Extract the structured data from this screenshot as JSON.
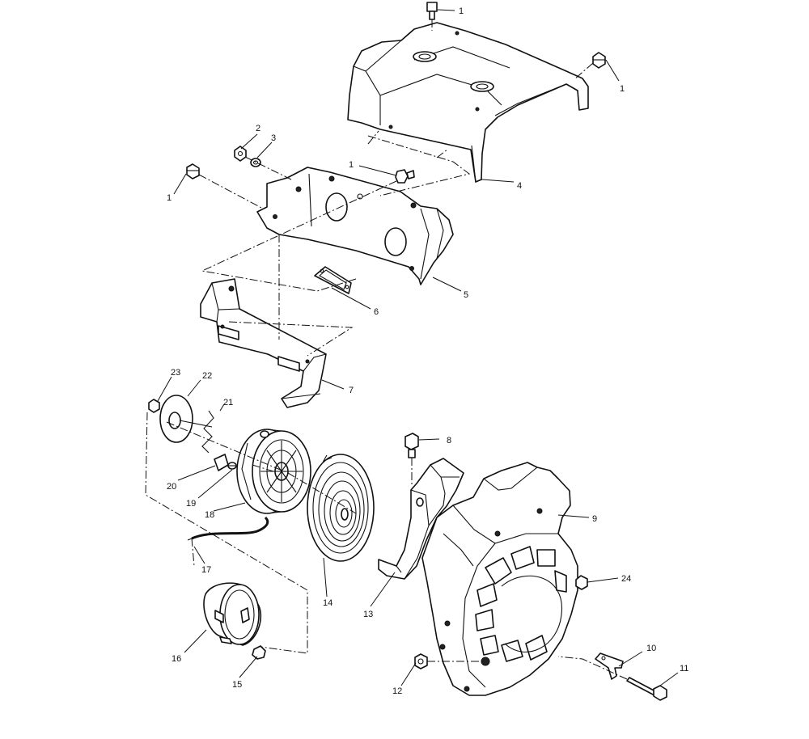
{
  "callouts": [
    {
      "id": "c1a",
      "text": "1"
    },
    {
      "id": "c1b",
      "text": "1"
    },
    {
      "id": "c1c",
      "text": "1"
    },
    {
      "id": "c1d",
      "text": "1"
    },
    {
      "id": "c2",
      "text": "2"
    },
    {
      "id": "c3",
      "text": "3"
    },
    {
      "id": "c4",
      "text": "4"
    },
    {
      "id": "c5",
      "text": "5"
    },
    {
      "id": "c6",
      "text": "6"
    },
    {
      "id": "c7",
      "text": "7"
    },
    {
      "id": "c8",
      "text": "8"
    },
    {
      "id": "c9",
      "text": "9"
    },
    {
      "id": "c10",
      "text": "10"
    },
    {
      "id": "c11",
      "text": "11"
    },
    {
      "id": "c12",
      "text": "12"
    },
    {
      "id": "c13",
      "text": "13"
    },
    {
      "id": "c14",
      "text": "14"
    },
    {
      "id": "c15",
      "text": "15"
    },
    {
      "id": "c16",
      "text": "16"
    },
    {
      "id": "c17",
      "text": "17"
    },
    {
      "id": "c18",
      "text": "18"
    },
    {
      "id": "c19",
      "text": "19"
    },
    {
      "id": "c20",
      "text": "20"
    },
    {
      "id": "c21",
      "text": "21"
    },
    {
      "id": "c22",
      "text": "22"
    },
    {
      "id": "c23",
      "text": "23"
    },
    {
      "id": "c24",
      "text": "24"
    }
  ]
}
